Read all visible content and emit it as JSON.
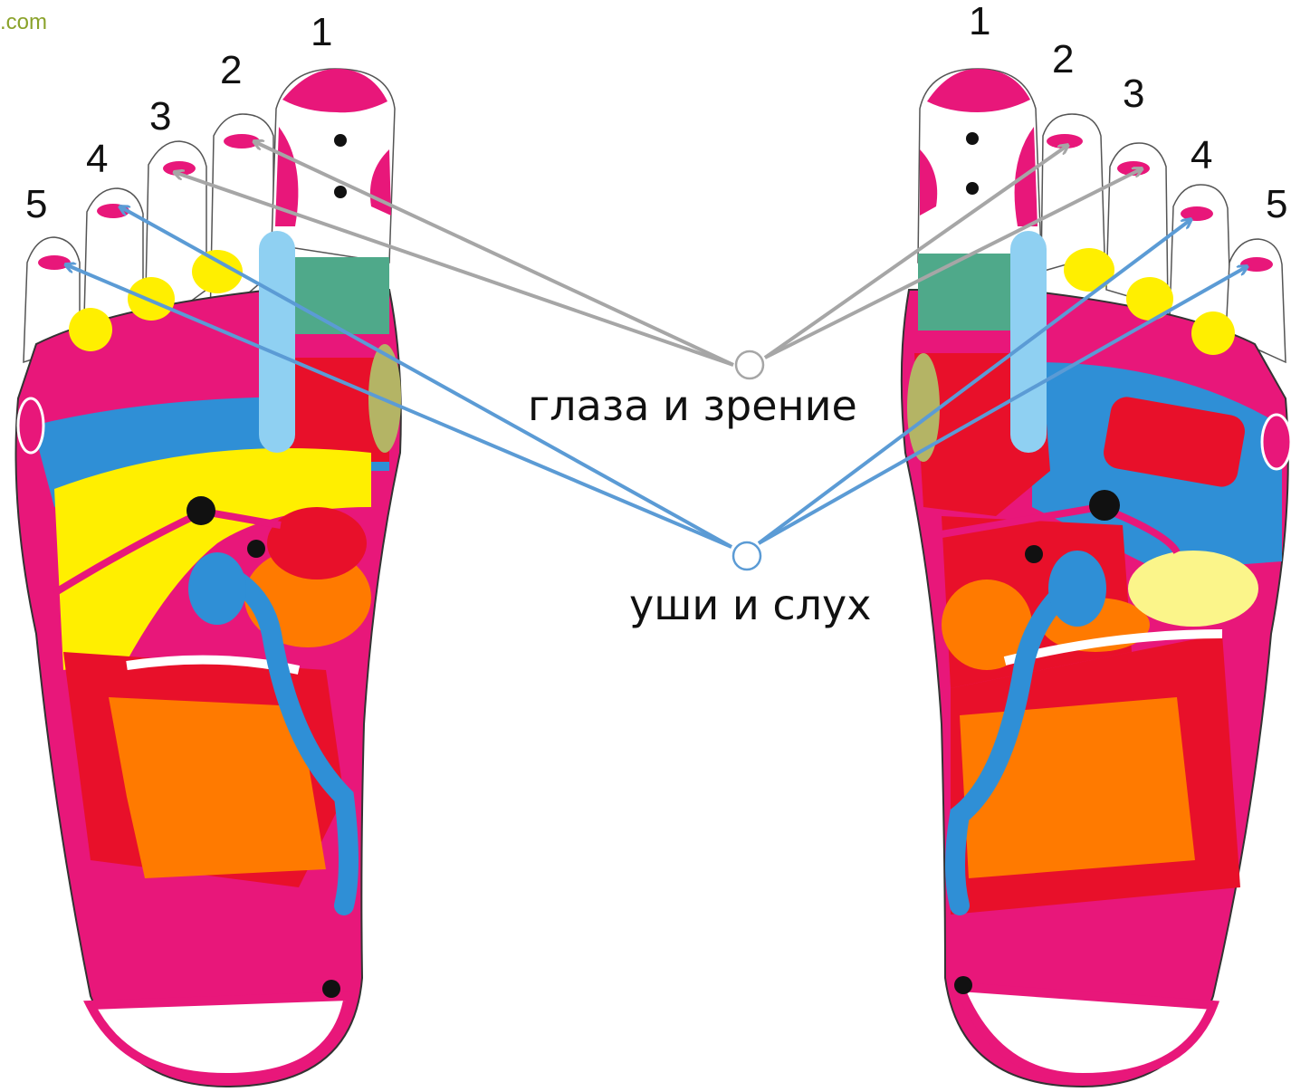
{
  "watermark": ".com",
  "left_foot": {
    "toe_numbers": [
      "1",
      "2",
      "3",
      "4",
      "5"
    ]
  },
  "right_foot": {
    "toe_numbers": [
      "1",
      "2",
      "3",
      "4",
      "5"
    ]
  },
  "annotations": {
    "eyes_label": "глаза и зрение",
    "ears_label": "уши и слух"
  },
  "colors": {
    "pink": "#e8177a",
    "red": "#e8102a",
    "yellow": "#ffef00",
    "orange": "#ff7a00",
    "blue": "#2f8fd6",
    "light_blue": "#8fd0f2",
    "teal": "#4fa98a",
    "olive": "#b4b465",
    "pale_yellow": "#fbf58a",
    "eye_pointer": "#a6a6a6",
    "ear_pointer": "#5b9bd5"
  }
}
